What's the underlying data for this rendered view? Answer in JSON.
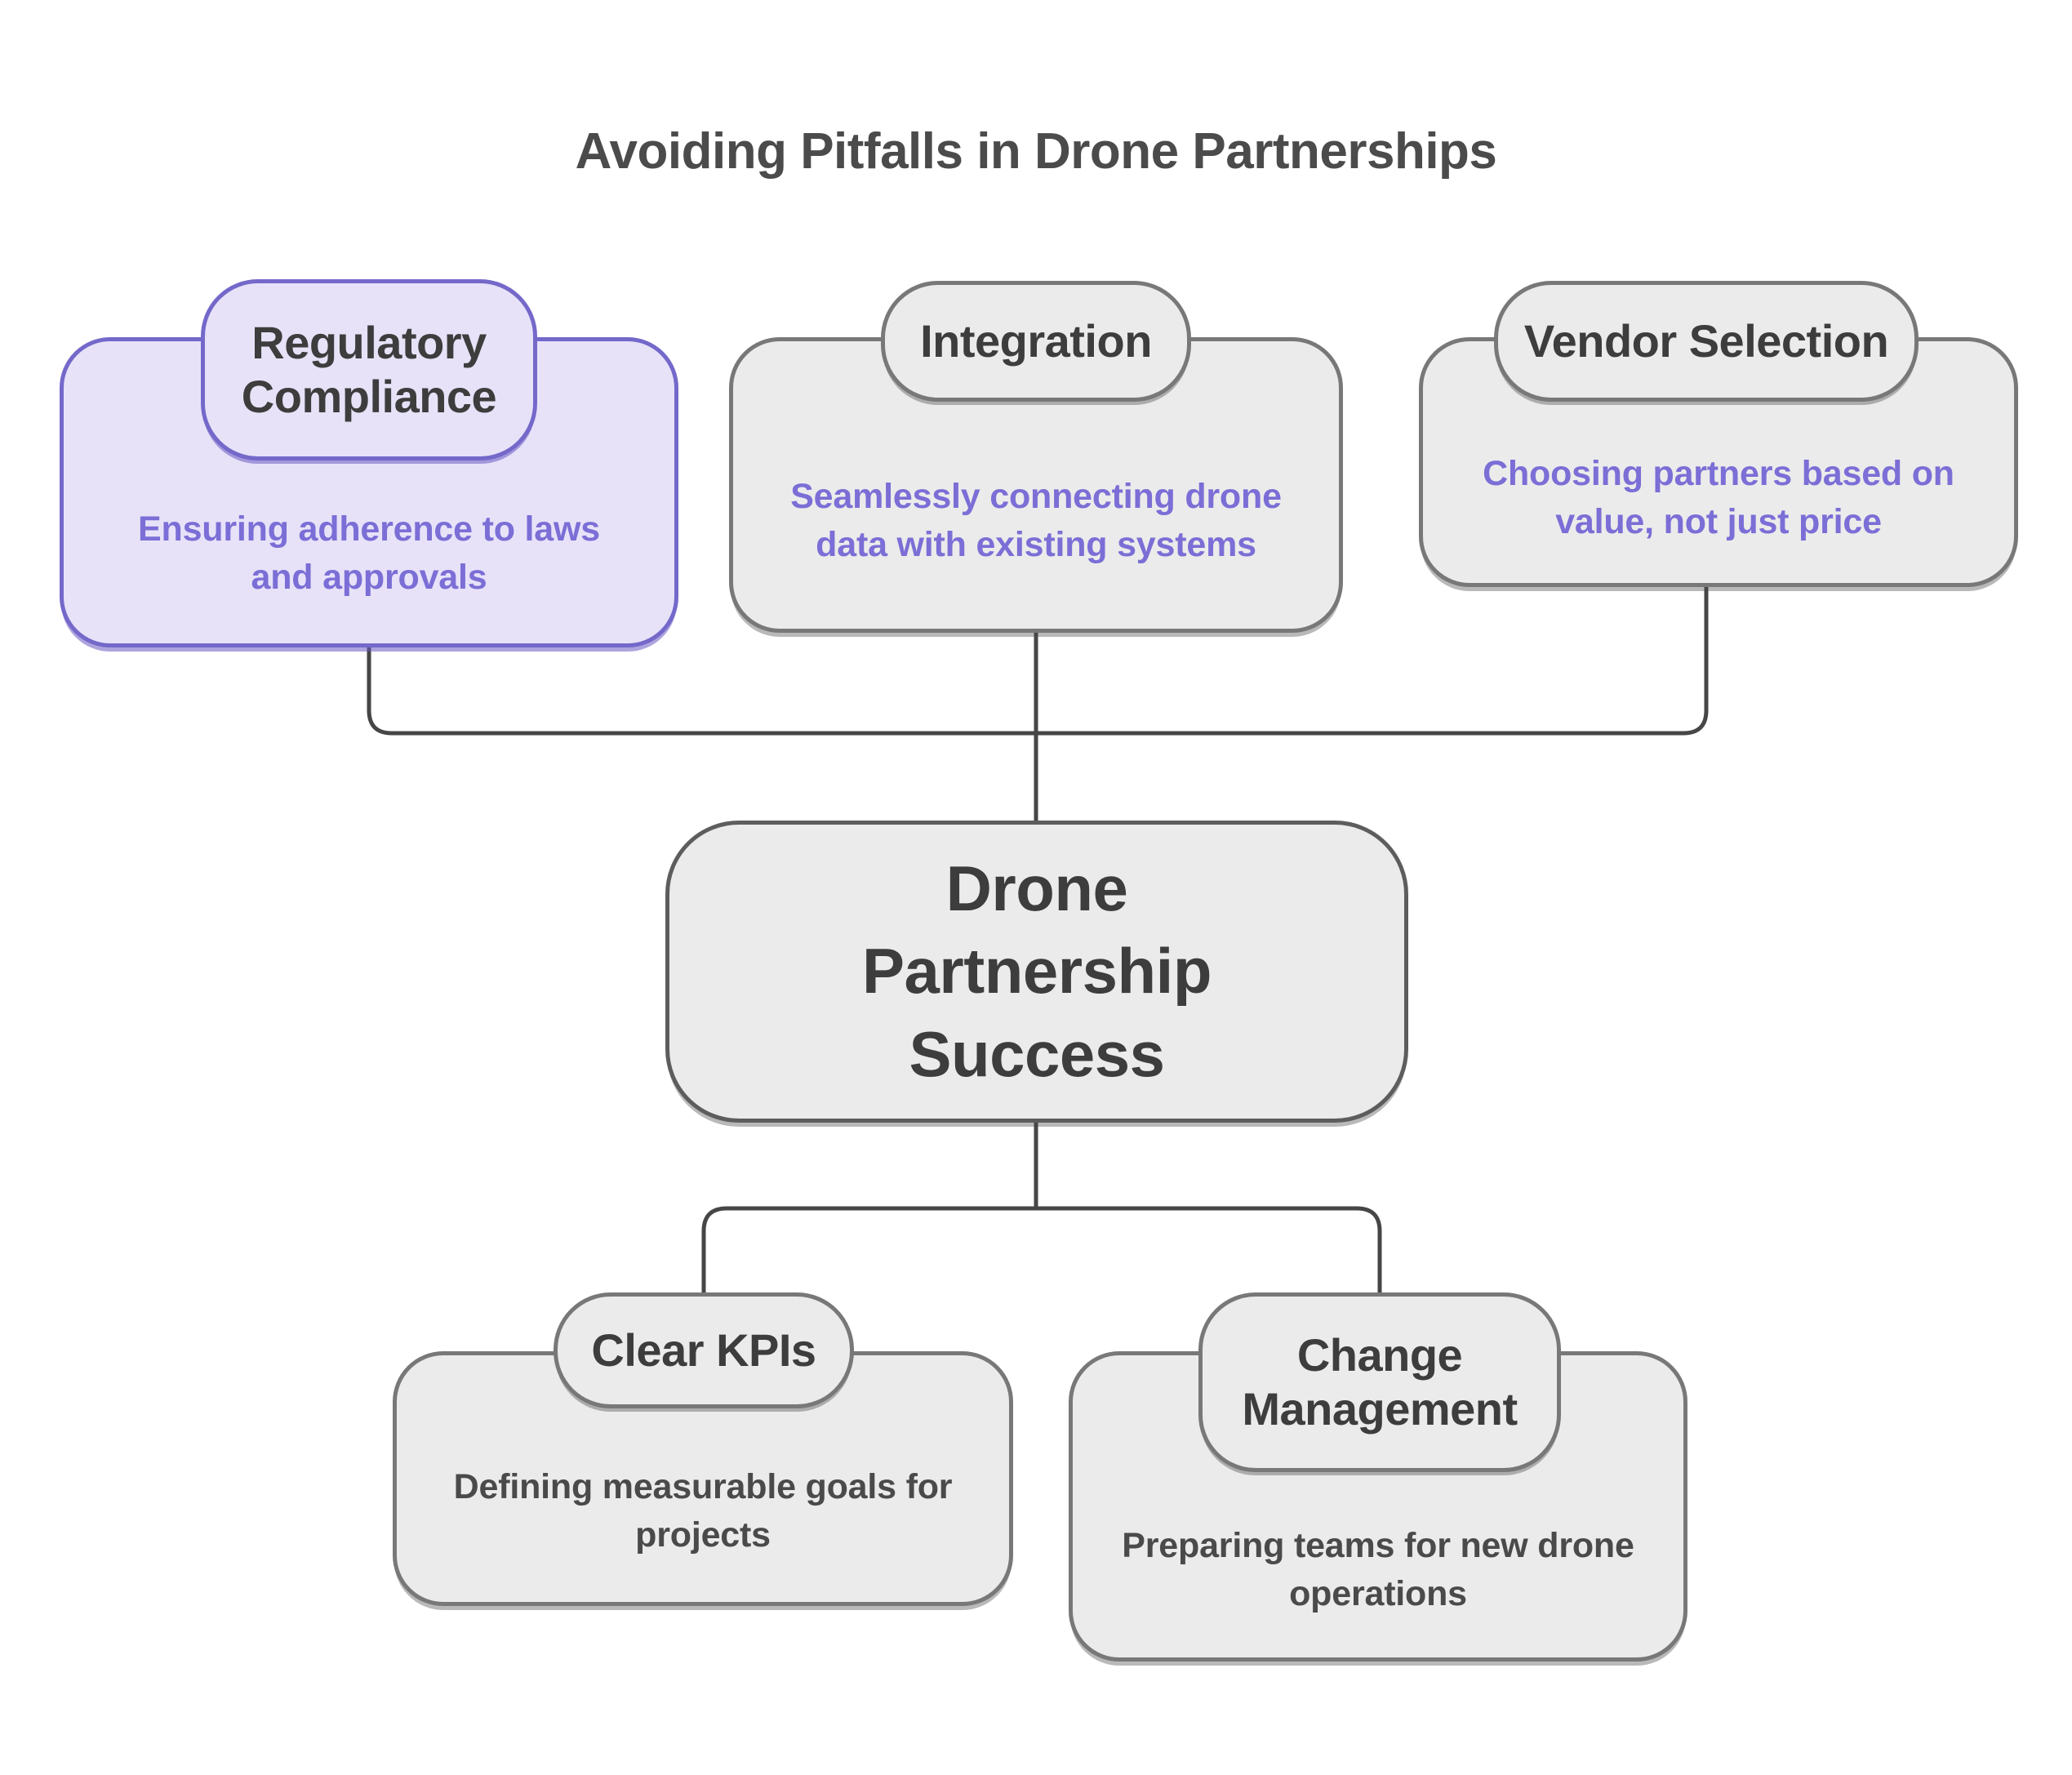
{
  "title": "Avoiding Pitfalls in Drone Partnerships",
  "nodes": {
    "regulatory_compliance": {
      "title": "Regulatory Compliance",
      "description": "Ensuring adherence to laws and approvals"
    },
    "integration": {
      "title": "Integration",
      "description": "Seamlessly connecting drone data with existing systems"
    },
    "vendor_selection": {
      "title": "Vendor Selection",
      "description": "Choosing partners based on value, not just price"
    },
    "center": {
      "title": "Drone Partnership Success"
    },
    "clear_kpis": {
      "title": "Clear KPIs",
      "description": "Defining measurable goals for projects"
    },
    "change_management": {
      "title": "Change Management",
      "description": "Preparing teams for new drone operations"
    }
  },
  "edges": [
    {
      "from": "Regulatory Compliance",
      "to": "Drone Partnership Success"
    },
    {
      "from": "Integration",
      "to": "Drone Partnership Success"
    },
    {
      "from": "Vendor Selection",
      "to": "Drone Partnership Success"
    },
    {
      "from": "Drone Partnership Success",
      "to": "Clear KPIs"
    },
    {
      "from": "Drone Partnership Success",
      "to": "Change Management"
    }
  ],
  "colors": {
    "background": "#ffffff",
    "title_text": "#4b4b4b",
    "node_title_text": "#3d3d3d",
    "gray_node_fill": "#ebebeb",
    "gray_node_border": "#787878",
    "center_node_border": "#5d5d5d",
    "purple_node_fill": "#e7e2f8",
    "purple_node_border": "#7468ca",
    "purple_description_text": "#7b6ed6",
    "gray_description_text": "#4a4a4a",
    "connector_line": "#464646"
  }
}
